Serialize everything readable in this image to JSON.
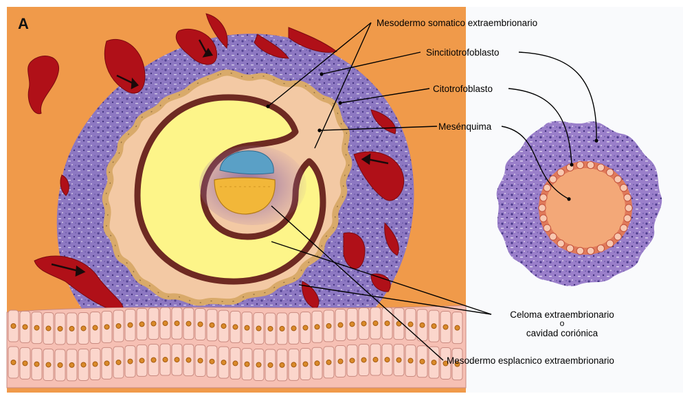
{
  "panel_letter": "A",
  "labels": {
    "somatic_mesoderm": "Mesodermo somatico extraembrionario",
    "syncytiotrophoblast": "Sincitiotrofoblasto",
    "cytotrophoblast": "Citotrofoblasto",
    "mesenchyme": "Mesénquima",
    "coelom_line1": "Celoma extraembrionario",
    "coelom_line2": "o",
    "coelom_line3": "cavidad coriónica",
    "splanchnic_mesoderm": "Mesodermo esplacnico extraembrionario"
  },
  "colors": {
    "endometrium": "#f09a4a",
    "lacunae_blood": "#b01018",
    "syncytium": "#8d78c2",
    "cytotrophoblast": "#e0b878",
    "mesenchyme": "#f3c9a4",
    "coelom_outline": "#6e2a22",
    "coelom_fill": "#fdf589",
    "epiblast": "#5aa0c6",
    "hypoblast": "#f2b739",
    "epithelium": "#f6c0b4",
    "leader_lines": "#000000"
  }
}
